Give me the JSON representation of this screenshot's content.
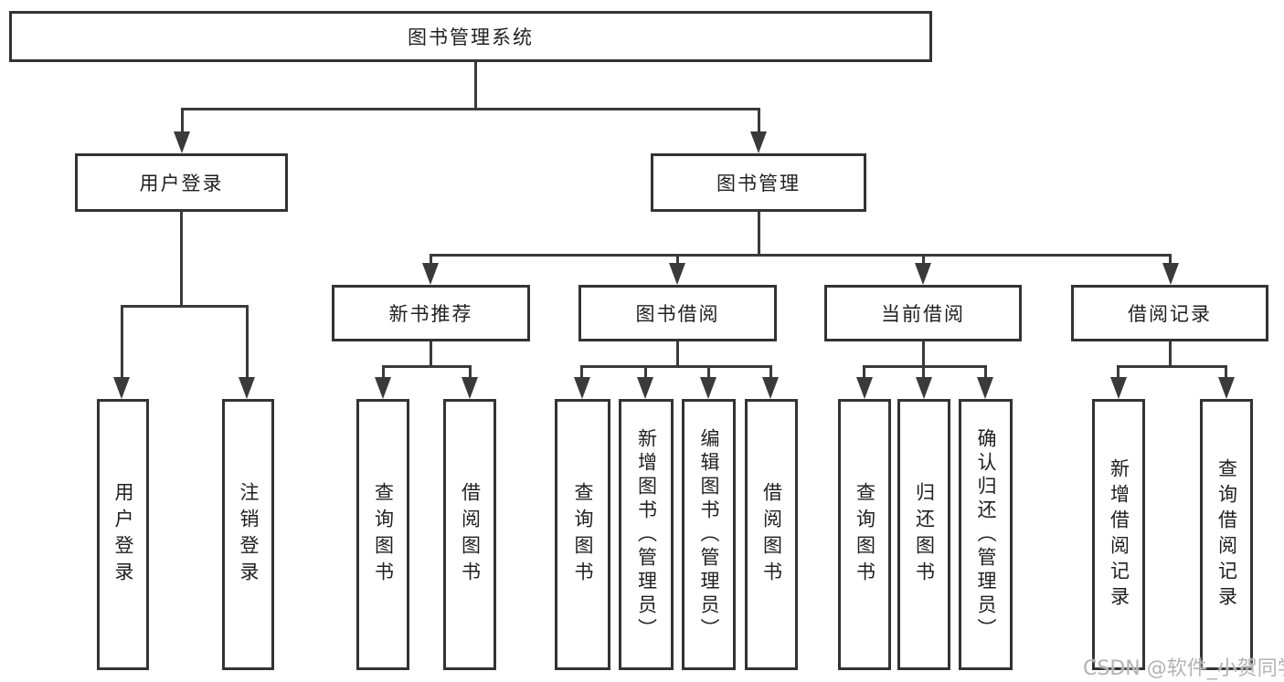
{
  "colors": {
    "background": "#ffffff",
    "line": "#3a3a3a",
    "box_border": "#333333",
    "box_fill": "#ffffff",
    "text": "#1f1f1f",
    "watermark": "#b3b3b3"
  },
  "root": {
    "label": "图书管理系统"
  },
  "level2": [
    {
      "label": "用户登录"
    },
    {
      "label": "图书管理"
    }
  ],
  "level3": [
    {
      "label": "新书推荐"
    },
    {
      "label": "图书借阅"
    },
    {
      "label": "当前借阅"
    },
    {
      "label": "借阅记录"
    }
  ],
  "leaves": {
    "user_login": [
      {
        "label": "用户登录"
      },
      {
        "label": "注销登录"
      }
    ],
    "new_book_recommend": [
      {
        "label": "查询图书"
      },
      {
        "label": "借阅图书"
      }
    ],
    "book_borrow": [
      {
        "label": "查询图书"
      },
      {
        "label": "新增图书（管理员）"
      },
      {
        "label": "编辑图书（管理员）"
      },
      {
        "label": "借阅图书"
      }
    ],
    "current_borrow": [
      {
        "label": "查询图书"
      },
      {
        "label": "归还图书"
      },
      {
        "label": "确认归还（管理员）"
      }
    ],
    "borrow_record": [
      {
        "label": "新增借阅记录"
      },
      {
        "label": "查询借阅记录"
      }
    ]
  },
  "watermark": {
    "text": "CSDN @软件_小贺同学"
  }
}
